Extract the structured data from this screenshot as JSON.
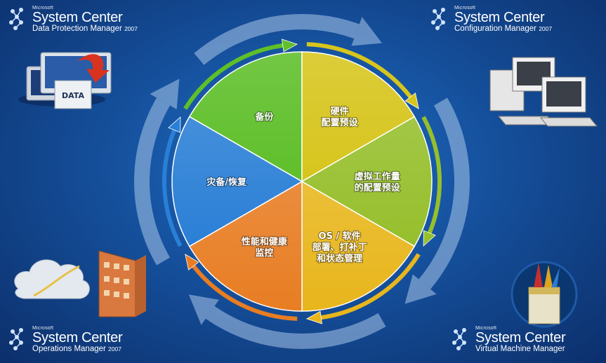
{
  "products": {
    "dpm": {
      "microsoft": "Microsoft",
      "system_center": "System Center",
      "name": "Data Protection Manager",
      "year": "2007",
      "icon": "backup-data-icon"
    },
    "config": {
      "microsoft": "Microsoft",
      "system_center": "System Center",
      "name": "Configuration Manager",
      "year": "2007",
      "icon": "computers-icon"
    },
    "ops": {
      "microsoft": "Microsoft",
      "system_center": "System Center",
      "name": "Operations Manager",
      "year": "2007",
      "icon": "cloud-building-icon"
    },
    "vmm": {
      "microsoft": "Microsoft",
      "system_center": "System Center",
      "name": "Virtual Machine Manager",
      "year": "",
      "icon": "toolbox-icon"
    }
  },
  "wheel": {
    "segments": [
      {
        "id": "backup",
        "lines": [
          "备份"
        ],
        "color": "#5fbf2a"
      },
      {
        "id": "hardware",
        "lines": [
          "硬件",
          "配置预设"
        ],
        "color": "#d7c51d"
      },
      {
        "id": "virtual",
        "lines": [
          "虚拟工作量",
          "的配置预设"
        ],
        "color": "#96bf2c"
      },
      {
        "id": "os",
        "lines": [
          "OS / 软件",
          "部署、打补丁",
          "和状态管理"
        ],
        "color": "#e8b61c"
      },
      {
        "id": "perf",
        "lines": [
          "性能和健康",
          "监控"
        ],
        "color": "#e87d23"
      },
      {
        "id": "dr",
        "lines": [
          "灾备/恢复"
        ],
        "color": "#2a7fd6"
      }
    ]
  }
}
